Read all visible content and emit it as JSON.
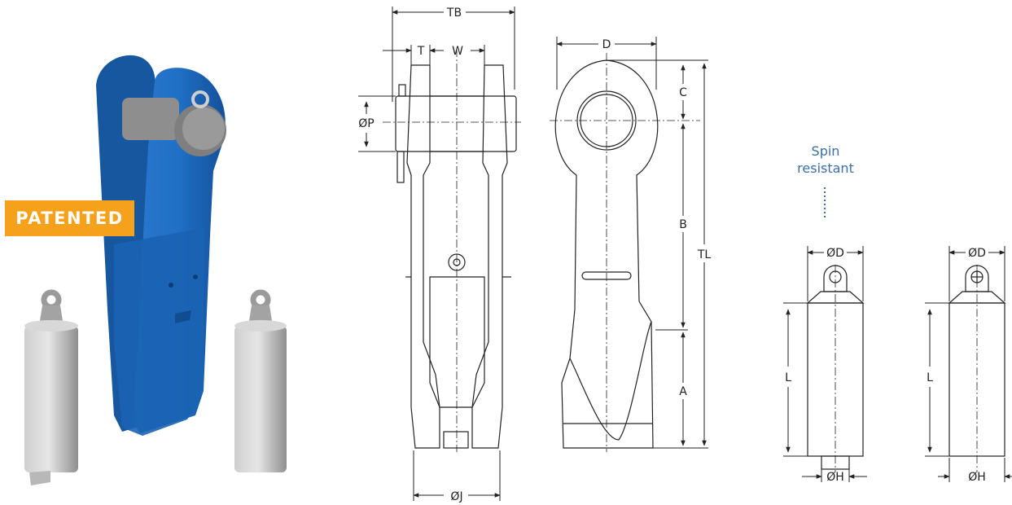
{
  "badge": {
    "text": "PATENTED",
    "color": "#f5a11c"
  },
  "colors": {
    "body_blue": "#1f6fc4",
    "pin_grey": "#a9a9a9",
    "line": "#222222",
    "note": "#3a6fa6"
  },
  "side_view": {
    "dims": {
      "tb": "TB",
      "t": "T",
      "w": "W",
      "p": "ØP",
      "j": "ØJ"
    }
  },
  "front_view": {
    "dims": {
      "d": "D",
      "c": "C",
      "b": "B",
      "a": "A",
      "tl": "TL"
    }
  },
  "note": {
    "line1": "Spin",
    "line2": "resistant"
  },
  "insert_left": {
    "d": "ØD",
    "l": "L",
    "h": "ØH"
  },
  "insert_right": {
    "d": "ØD",
    "l": "L",
    "h": "ØH"
  }
}
